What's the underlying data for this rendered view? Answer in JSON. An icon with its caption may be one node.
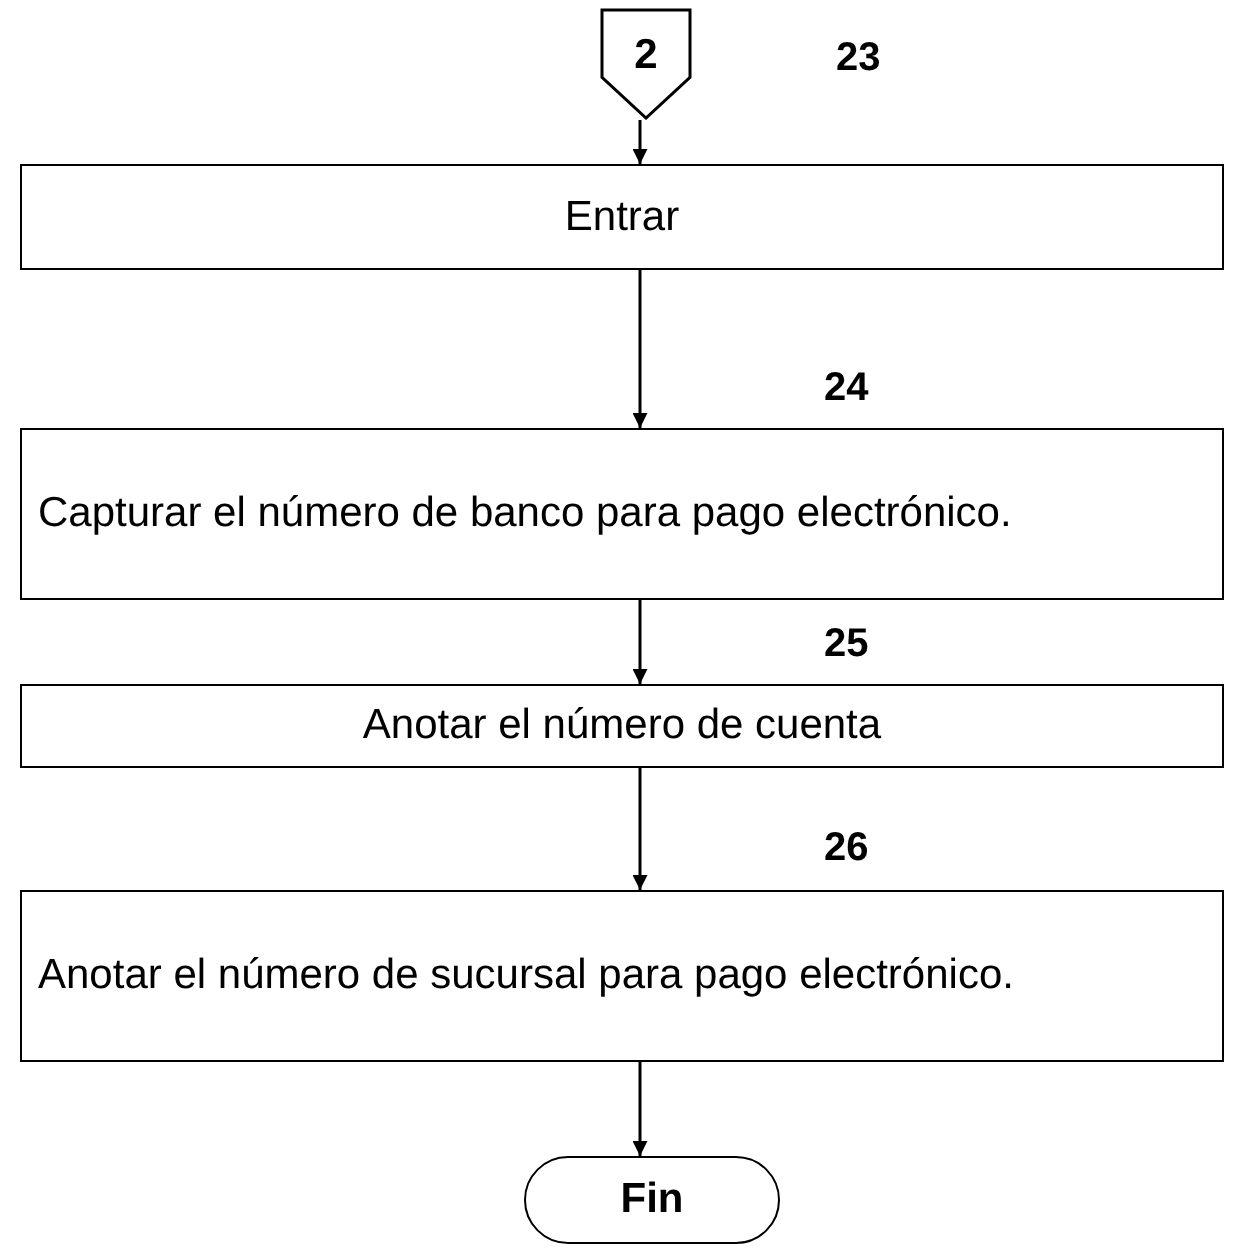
{
  "diagram": {
    "nodes": [
      {
        "text": [
          "2"
        ]
      },
      {
        "text": [
          "Entrar"
        ],
        "beside": [
          "23"
        ]
      },
      {
        "text": [
          "Capturar el número de banco para pago electrónico."
        ],
        "beside": [
          "24"
        ]
      },
      {
        "text": [
          "Anotar el número de cuenta"
        ],
        "beside": [
          "25"
        ]
      },
      {
        "text": [
          "Anotar el número de sucursal para pago electrónico."
        ],
        "beside": [
          "26"
        ]
      },
      {
        "text": [
          "Fin"
        ]
      }
    ],
    "edges": [
      {
        "from": 0,
        "to": 1,
        "arrow": "to"
      },
      {
        "from": 1,
        "to": 2,
        "arrow": "to"
      },
      {
        "from": 2,
        "to": 3,
        "arrow": "to"
      },
      {
        "from": 3,
        "to": 4,
        "arrow": "to"
      },
      {
        "from": 4,
        "to": 5,
        "arrow": "to"
      }
    ]
  }
}
